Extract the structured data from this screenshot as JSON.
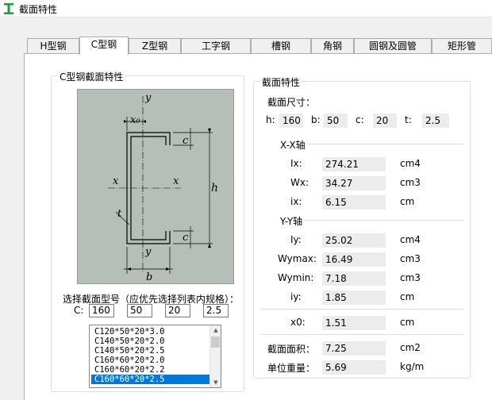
{
  "window": {
    "title": "截面特性"
  },
  "tabs": [
    "H型钢",
    "C型钢",
    "Z型钢",
    "工字钢",
    "槽钢",
    "角钢",
    "圆钢及圆管",
    "矩形管"
  ],
  "left_group": {
    "title": "C型钢截面特性",
    "diagram_labels": {
      "x0": "x₀",
      "y": "y",
      "x": "x",
      "c": "c",
      "h": "h",
      "t": "t",
      "b": "b"
    },
    "select_prompt": "选择截面型号（应优先选择列表内规格）：",
    "c_label": "C:",
    "inputs": [
      "160",
      "50",
      "20",
      "2.5"
    ],
    "list": [
      "C120*50*20*3.0",
      "C140*50*20*2.0",
      "C140*50*20*2.5",
      "C160*60*20*2.0",
      "C160*60*20*2.2",
      "C160*60*20*2.5"
    ],
    "selected_index": 5
  },
  "right_group": {
    "title": "截面特性",
    "size_label": "截面尺寸：",
    "dims": [
      {
        "label": "h:",
        "value": "160"
      },
      {
        "label": "b:",
        "value": "50"
      },
      {
        "label": "c:",
        "value": "20"
      },
      {
        "label": "t:",
        "value": "2.5"
      }
    ],
    "xx_title": "X-X轴",
    "xx": [
      {
        "label": "Ix:",
        "value": "274.21",
        "unit": "cm4"
      },
      {
        "label": "Wx:",
        "value": "34.27",
        "unit": "cm3"
      },
      {
        "label": "ix:",
        "value": "6.15",
        "unit": "cm"
      }
    ],
    "yy_title": "Y-Y轴",
    "yy": [
      {
        "label": "Iy:",
        "value": "25.02",
        "unit": "cm4"
      },
      {
        "label": "Wymax:",
        "value": "16.49",
        "unit": "cm3"
      },
      {
        "label": "Wymin:",
        "value": "7.18",
        "unit": "cm3"
      },
      {
        "label": "iy:",
        "value": "1.85",
        "unit": "cm"
      }
    ],
    "x0": {
      "label": "x0:",
      "value": "1.51",
      "unit": "cm"
    },
    "area": {
      "label": "截面面积：",
      "value": "7.25",
      "unit": "cm2"
    },
    "weight": {
      "label": "单位重量：",
      "value": "5.69",
      "unit": "kg/m"
    }
  }
}
